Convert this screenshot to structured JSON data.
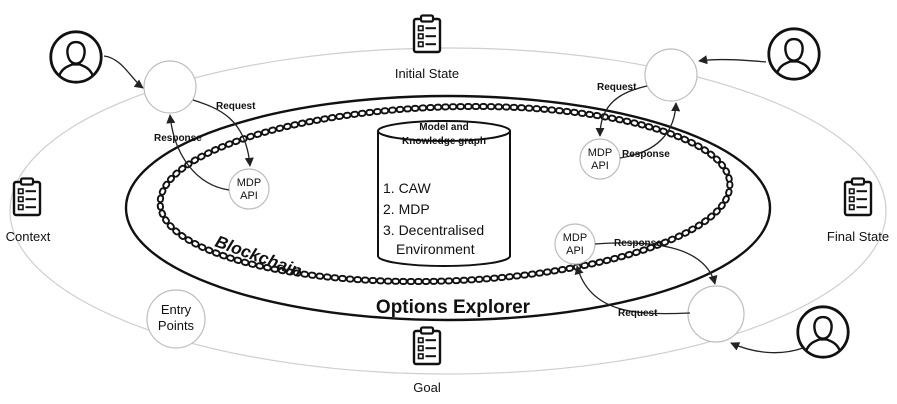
{
  "labels": {
    "initial_state": "Initial State",
    "final_state": "Final State",
    "context": "Context",
    "goal": "Goal",
    "entry_points_1": "Entry",
    "entry_points_2": "Points",
    "blockchain": "Blockchain",
    "options_explorer": "Options Explorer"
  },
  "database": {
    "title_1": "Model and",
    "title_2": "Knowledge graph",
    "items": [
      "1. CAW",
      "2. MDP",
      "3. Decentralised",
      "Environment"
    ]
  },
  "api": {
    "line_1": "MDP",
    "line_2": "API"
  },
  "flows": {
    "request": "Request",
    "response": "Response"
  },
  "icons": {
    "user": "user-icon",
    "clipboard": "clipboard-icon"
  }
}
